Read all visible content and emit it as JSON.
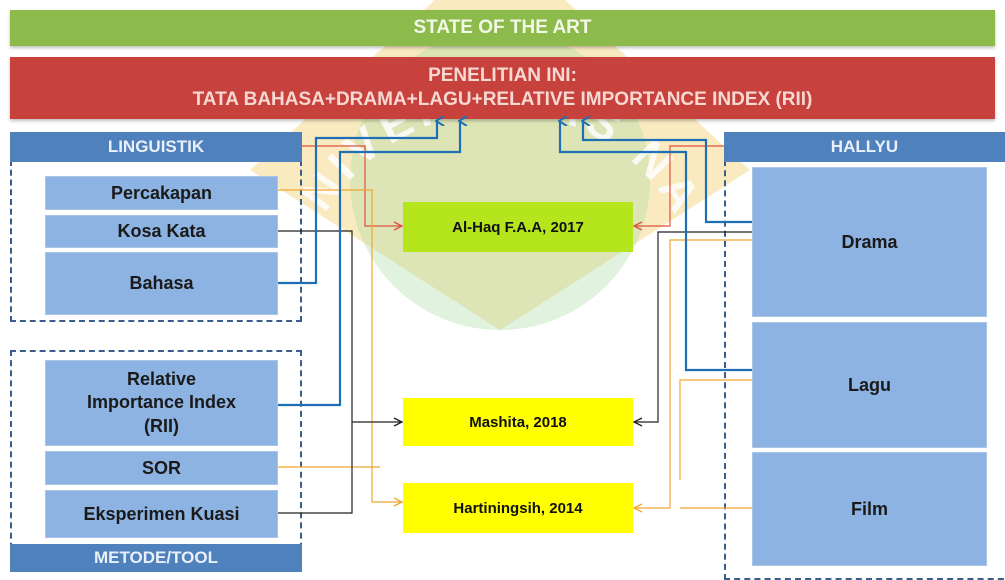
{
  "banners": {
    "state_of_art": "STATE OF THE ART",
    "research_line1": "PENELITIAN INI:",
    "research_line2": "TATA BAHASA+DRAMA+LAGU+RELATIVE IMPORTANCE INDEX (RII)"
  },
  "linguistik": {
    "title": "LINGUISTIK",
    "items": [
      "Percakapan",
      "Kosa Kata",
      "Bahasa"
    ]
  },
  "metode": {
    "title": "METODE/TOOL",
    "items": [
      {
        "line1": "Relative",
        "line2": "Importance Index",
        "line3": "(RII)"
      },
      {
        "line1": "SOR"
      },
      {
        "line1": "Eksperimen Kuasi"
      }
    ]
  },
  "hallyu": {
    "title": "HALLYU",
    "items": [
      "Drama",
      "Lagu",
      "Film"
    ]
  },
  "references": [
    "Al-Haq F.A.A, 2017",
    "Mashita, 2018",
    "Hartiningsih, 2014"
  ],
  "watermark": "UNIVERSITAS NASIONAL",
  "colors": {
    "green_banner": "#8cbb4c",
    "red_banner": "#c7413d",
    "header_blue": "#4f81bd",
    "panel_blue": "#8db3e2",
    "ref_yellow": "#ffff00",
    "ref_green": "#b5e61d",
    "line_blue": "#1f6fb5",
    "line_orange": "#f0a830",
    "line_red": "#e05040",
    "line_black": "#222222"
  }
}
